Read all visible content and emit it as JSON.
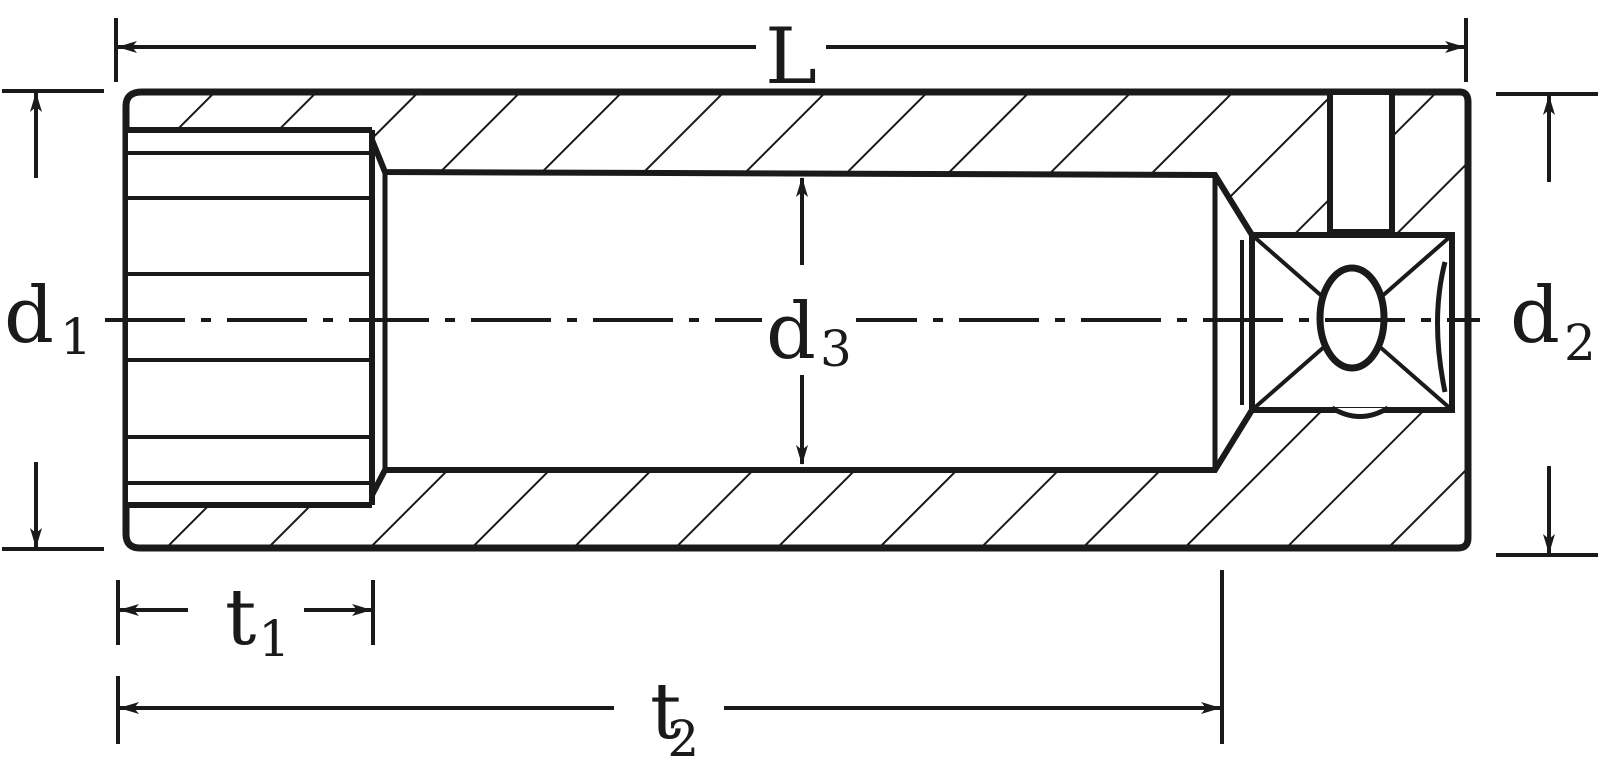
{
  "colors": {
    "ink": "#1a1a1a",
    "background": "#ffffff"
  },
  "dimensions": {
    "L": {
      "main": "L",
      "sub": ""
    },
    "d1": {
      "main": "d",
      "sub": "1"
    },
    "d2": {
      "main": "d",
      "sub": "2"
    },
    "d3": {
      "main": "d",
      "sub": "3"
    },
    "t1": {
      "main": "t",
      "sub": "1"
    },
    "t2": {
      "main": "t",
      "sub": "2"
    }
  }
}
